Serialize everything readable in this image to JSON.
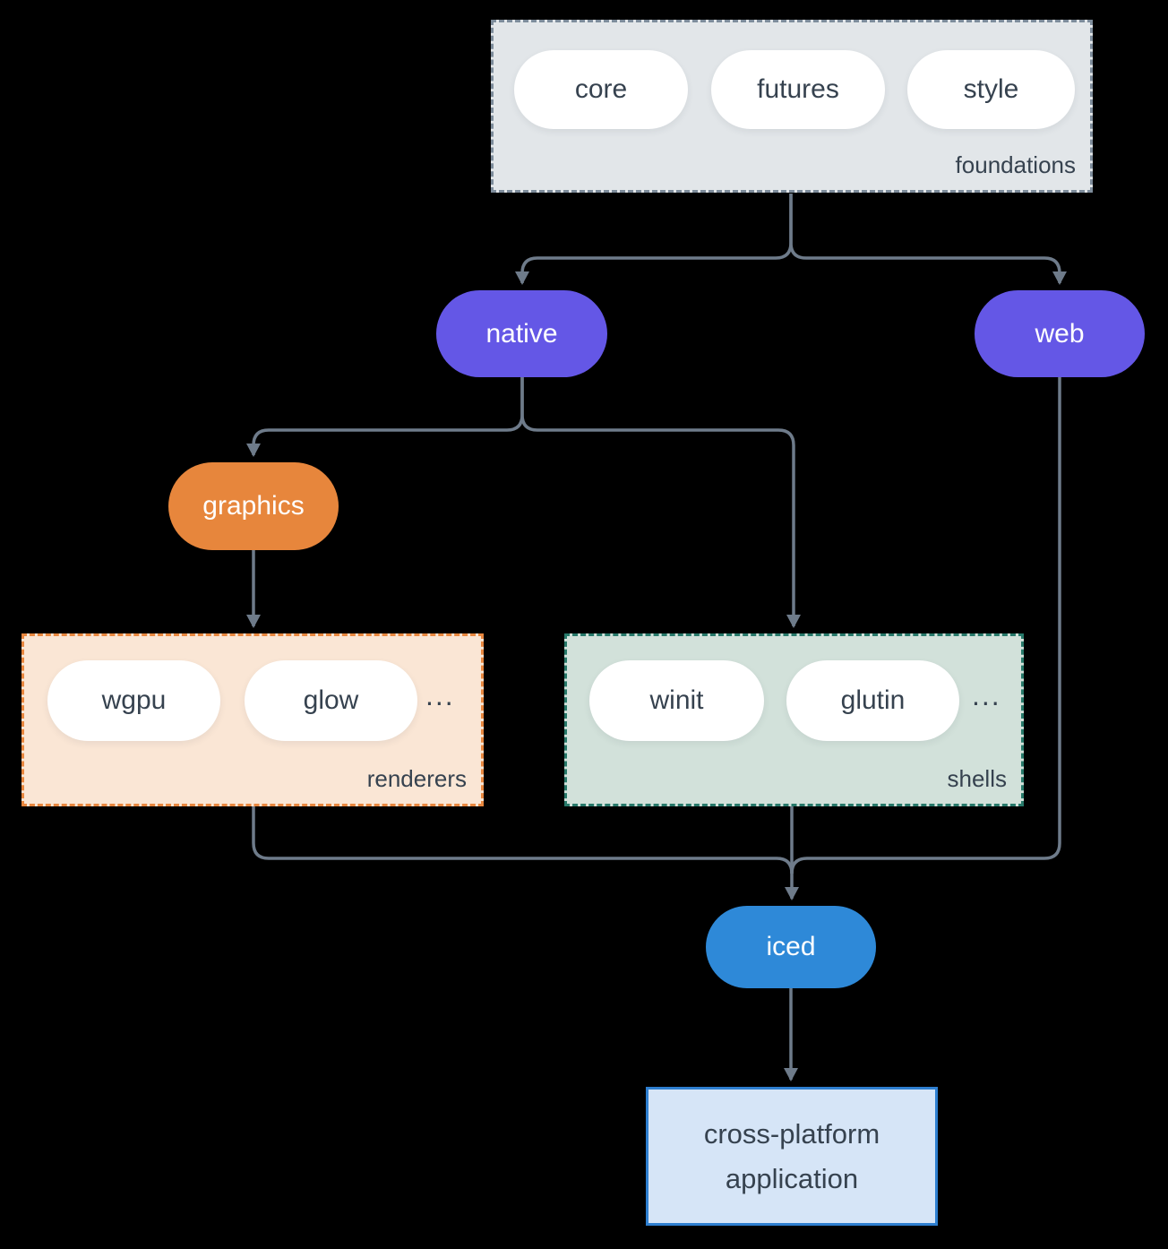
{
  "colors": {
    "background": "#000000",
    "arrow": "#6e7b8a",
    "node_text_dark": "#36424f",
    "node_text_light": "#ffffff",
    "purple": "#6457e6",
    "orange": "#e7863c",
    "blue": "#2e89d8",
    "foundations_fill": "#e2e6e9",
    "foundations_border": "#7d8c9b",
    "renderers_fill": "#fae6d5",
    "renderers_border": "#e8873f",
    "shells_fill": "#d2e1da",
    "shells_border": "#27796a",
    "app_fill": "#d6e5f7",
    "app_border": "#2e7fd0"
  },
  "foundations": {
    "label": "foundations",
    "pills": [
      "core",
      "futures",
      "style"
    ]
  },
  "native": {
    "label": "native"
  },
  "web": {
    "label": "web"
  },
  "graphics": {
    "label": "graphics"
  },
  "renderers": {
    "label": "renderers",
    "pills": [
      "wgpu",
      "glow"
    ],
    "more": "..."
  },
  "shells": {
    "label": "shells",
    "pills": [
      "winit",
      "glutin"
    ],
    "more": "..."
  },
  "iced": {
    "label": "iced"
  },
  "application": {
    "line1": "cross-platform",
    "line2": "application"
  }
}
